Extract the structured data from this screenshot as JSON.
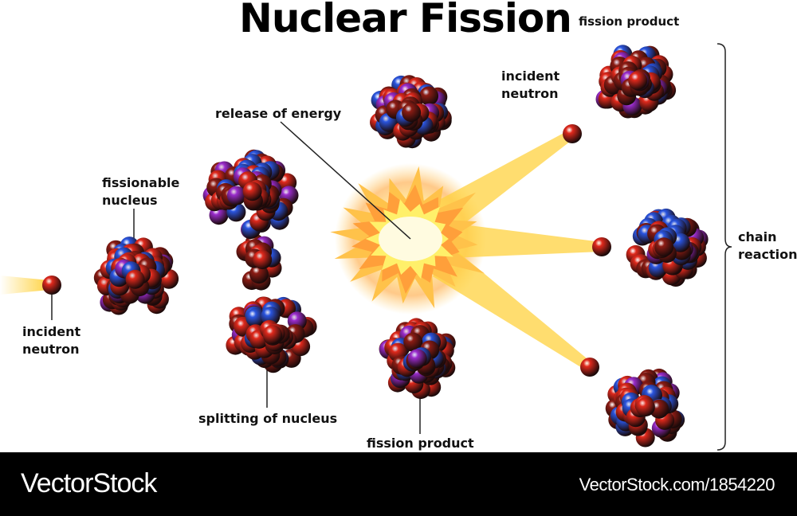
{
  "title": "Nuclear Fission",
  "labels": {
    "incident_neutron_left": [
      "incident",
      "neutron"
    ],
    "fissionable_nucleus": [
      "fissionable",
      "nucleus"
    ],
    "splitting": "splitting of nucleus",
    "release_energy": "release of energy",
    "fission_product_bottom": "fission product",
    "fission_product_top": "fission product",
    "incident_neutron_right": [
      "incident",
      "neutron"
    ],
    "chain_reaction": [
      "chain",
      "reaction"
    ]
  },
  "footer": {
    "brand": "VectorStock",
    "url": "VectorStock.com/1854220"
  },
  "colors": {
    "red": "#e0291c",
    "blue": "#2a55e0",
    "purple": "#9a2ccc",
    "darkred": "#8c1c14",
    "beam": "#ffd23f"
  }
}
